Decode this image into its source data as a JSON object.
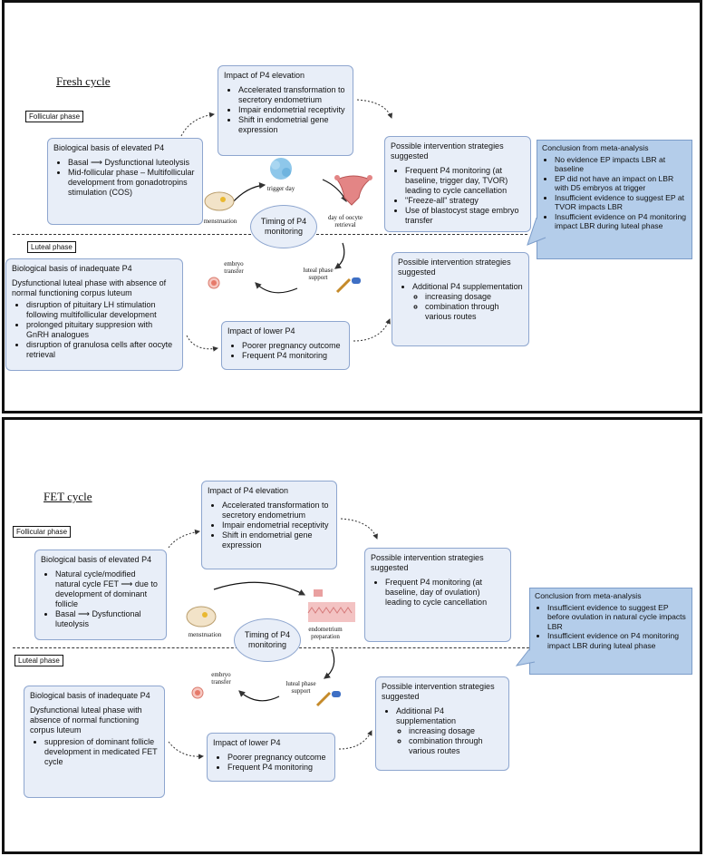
{
  "fresh": {
    "title": "Fresh cycle",
    "follicular_label": "Follicular phase",
    "luteal_label": "Luteal phase",
    "elev_box": {
      "heading": "Impact of P4 elevation",
      "items": [
        "Accelerated transformation to secretory endometrium",
        "Impair endometrial receptivity",
        "Shift in endometrial gene expression"
      ]
    },
    "bio_elevated": {
      "heading": "Biological basis of elevated P4",
      "item1_a": "Basal",
      "item1_b": "Dysfunctional luteolysis",
      "item2": "Mid-follicular phase – Multifollicular development from gonadotropins stimulation (COS)"
    },
    "intervention_top": {
      "heading": "Possible intervention strategies suggested",
      "items": [
        "Frequent P4 monitoring (at baseline, trigger day, TVOR) leading to cycle cancellation",
        "\"Freeze-all\" strategy",
        "Use of blastocyst stage embryo transfer"
      ]
    },
    "conclusion": {
      "heading": "Conclusion from meta-analysis",
      "items": [
        "No evidence EP impacts LBR at baseline",
        "EP did not have an impact on LBR with D5 embryos at trigger",
        "Insufficient evidence to suggest EP at TVOR impacts LBR",
        "Insufficient evidence on P4 monitoring impact LBR during luteal phase"
      ]
    },
    "timing": "Timing of P4 monitoring",
    "labels": {
      "trigger_day": "trigger day",
      "menstruation": "menstruation",
      "day_oocyte": "day of oocyte retrieval",
      "embryo_transfer": "embryo transfer",
      "luteal_support": "luteal phase support"
    },
    "bio_inadequate": {
      "heading": "Biological basis of inadequate P4",
      "intro": "Dysfunctional luteal phase  with absence of normal functioning corpus luteum",
      "items": [
        "disruption of pituitary LH stimulation following multifollicular development",
        "prolonged pituitary suppresion with GnRH analogues",
        "disruption of granulosa cells after oocyte retrieval"
      ]
    },
    "lower_box": {
      "heading": "Impact of lower P4",
      "items": [
        "Poorer pregnancy outcome",
        "Frequent P4 monitoring"
      ]
    },
    "intervention_bottom": {
      "heading": "Possible intervention strategies suggested",
      "item": "Additional P4 supplementation",
      "subitems": [
        "increasing dosage",
        "combination through various routes"
      ]
    }
  },
  "fet": {
    "title": "FET cycle",
    "follicular_label": "Follicular phase",
    "luteal_label": "Luteal phase",
    "elev_box": {
      "heading": "Impact of P4 elevation",
      "items": [
        "Accelerated transformation to secretory endometrium",
        "Impair endometrial receptivity",
        "Shift in endometrial gene expression"
      ]
    },
    "bio_elevated": {
      "heading": "Biological basis of elevated P4",
      "item1": "Natural cycle/modified natural cycle FET",
      "item1_b": "due to development of dominant follicle",
      "item2_a": "Basal",
      "item2_b": "Dysfunctional luteolysis"
    },
    "intervention_top": {
      "heading": "Possible intervention strategies suggested",
      "items": [
        "Frequent P4 monitoring (at baseline, day of ovulation) leading to cycle cancellation"
      ]
    },
    "conclusion": {
      "heading": "Conclusion from meta-analysis",
      "items": [
        "Insufficient evidence to suggest EP before ovulation in natural cycle impacts LBR",
        "Insufficient evidence on P4 monitoring impact LBR during luteal phase"
      ]
    },
    "timing": "Timing of P4 monitoring",
    "labels": {
      "menstruation": "menstruation",
      "endometrium": "endometrium preparation",
      "embryo_transfer": "embryo transfer",
      "luteal_support": "luteal phase support"
    },
    "bio_inadequate": {
      "heading": "Biological basis of inadequate P4",
      "intro": "Dysfunctional luteal phase  with absence of normal functioning corpus luteum",
      "items": [
        "suppresion of dominant follicle development in medicated FET cycle"
      ]
    },
    "lower_box": {
      "heading": "Impact of lower P4",
      "items": [
        "Poorer pregnancy outcome",
        "Frequent P4 monitoring"
      ]
    },
    "intervention_bottom": {
      "heading": "Possible intervention strategies suggested",
      "item": "Additional P4 supplementation",
      "subitems": [
        "increasing dosage",
        "combination through various routes"
      ]
    }
  },
  "colors": {
    "box_fill": "#e8eef8",
    "box_border": "#8ea6cf",
    "conclusion_fill": "#b4cdea"
  }
}
